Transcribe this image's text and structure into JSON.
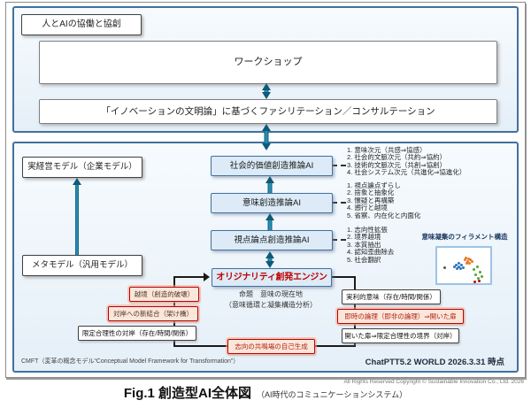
{
  "top_section": {
    "label": "人とAIの協働と協創",
    "workshop": "ワークショップ",
    "facilitation": "「イノベーションの文明論」に基づくファシリテーション／コンサルテーション"
  },
  "models": {
    "real": "実経営モデル（企業モデル）",
    "meta": "メタモデル（汎用モデル）"
  },
  "pipeline": {
    "social_value_ai": "社会的価値創造推論AI",
    "meaning_ai": "意味創造推論AI",
    "viewpoint_ai": "視点論点創造推論AI",
    "engine": "オリジナリティ創発エンジン",
    "engine_caption_line1": "命題　意味の現在地",
    "engine_caption_line2": "（意味循環と凝集構造分析）"
  },
  "lists": {
    "social_value": [
      "1. 意味次元（共感⇒協感）",
      "2. 社会的文脈次元（共約⇒協約）",
      "3. 技術的文脈次元（共創⇒協創）",
      "4. 社会システム次元（共進化⇒協進化）"
    ],
    "meaning": [
      "1. 視点論点ずらし",
      "2. 捨象と抽象化",
      "3. 懐疑と再構築",
      "4. 遡行と越境",
      "5. 省察、内在化と内面化"
    ],
    "viewpoint": [
      "1. 志向性拡張",
      "2. 境界越境",
      "3. 本質抽出",
      "4. 認知歪曲除去",
      "5. 社会翻訳"
    ]
  },
  "filament": {
    "label": "意味凝集のフィラメント構造",
    "clusters": [
      {
        "name": "blue",
        "color": "#2e75b6",
        "points": [
          [
            20,
            18
          ],
          [
            23,
            20
          ],
          [
            26,
            18
          ],
          [
            23,
            16
          ],
          [
            21,
            22
          ],
          [
            25,
            22
          ],
          [
            18,
            20
          ],
          [
            28,
            21
          ]
        ]
      },
      {
        "name": "orange",
        "color": "#e87a29",
        "points": [
          [
            30,
            12
          ],
          [
            33,
            14
          ],
          [
            36,
            12
          ],
          [
            32,
            16
          ],
          [
            35,
            16
          ],
          [
            38,
            14
          ],
          [
            31,
            10
          ],
          [
            34,
            11
          ]
        ]
      },
      {
        "name": "green",
        "color": "#4ea72e",
        "points": [
          [
            44,
            20
          ],
          [
            47,
            26
          ],
          [
            42,
            29
          ],
          [
            49,
            31
          ],
          [
            45,
            33
          ],
          [
            40,
            23
          ]
        ]
      },
      {
        "name": "red",
        "color": "#c00000",
        "points": [
          [
            46,
            36
          ],
          [
            41,
            37
          ]
        ]
      },
      {
        "name": "dark",
        "color": "#555555",
        "points": [
          [
            7,
            21
          ]
        ]
      }
    ]
  },
  "left_chain": {
    "items": [
      "越境（創造的破壊）",
      "対岸への新結合（架け橋）",
      "限定合理性の対岸（存在/時間/関係）"
    ]
  },
  "right_chain": {
    "items": [
      "実利的意味（存在/時間/関係）",
      "即時の論理（即非の論理）⇒開いた扉",
      "開いた扉⇒限定合理性の境界（対岸）"
    ]
  },
  "resonance": {
    "label": "志向の共鳴場の自己生成"
  },
  "footer": {
    "cmft": "CMFT（変革の概念モデル“Conceptual Model Framework for Transformation”）",
    "version": "ChatPTT5.2 WORLD 2026.3.31 時点"
  },
  "caption": {
    "title": "Fig.1 創造型AI全体図",
    "subtitle": "（AI時代のコミュニケーションシステム）",
    "copyright": "All Rights Reserved Copyright © Sustainable Innovation Co., Ltd. 2026"
  },
  "colors": {
    "section_border": "#41719c",
    "ai_box_fill": "#dcebf7",
    "ai_box_border": "#41719c",
    "engine_text": "#c00000",
    "red_box_border": "#c00000",
    "red_box_fill": "#fbe7da"
  }
}
